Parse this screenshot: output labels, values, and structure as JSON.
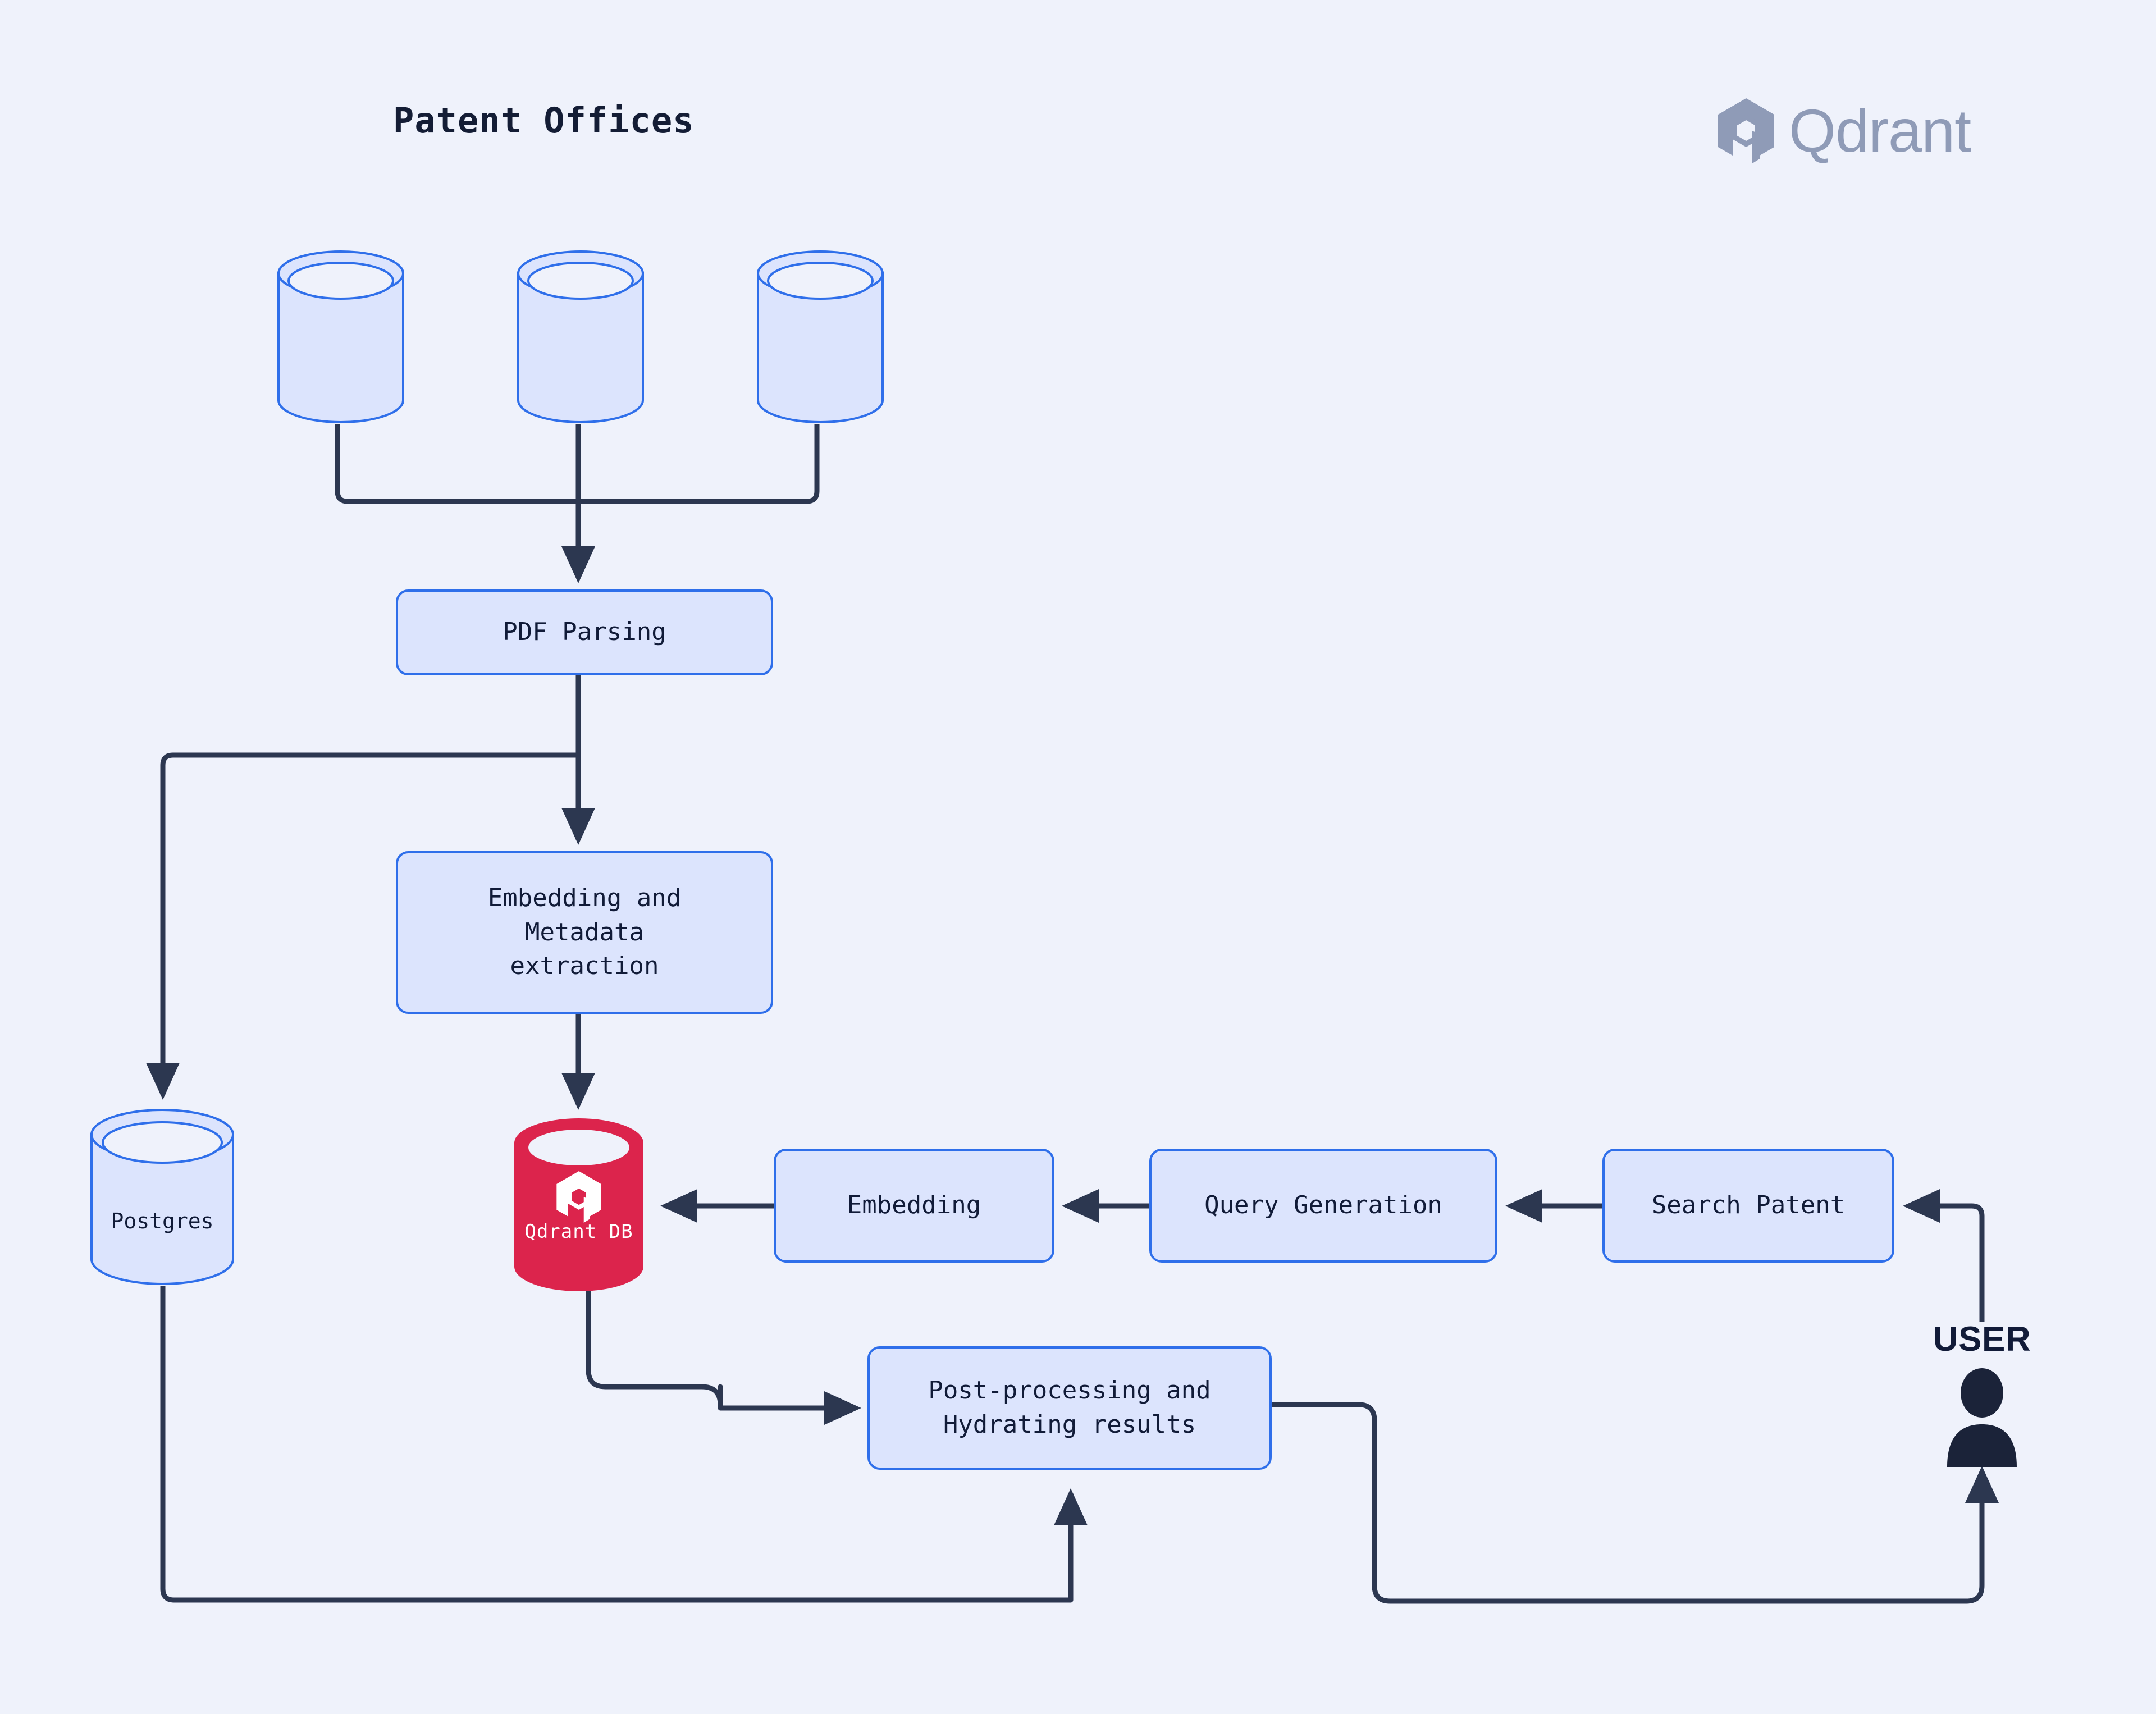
{
  "diagram": {
    "title": "Patent Offices",
    "brand": {
      "name": "Qdrant",
      "mark_icon": "qdrant-hexagon-logo-icon",
      "color": "#8f9bb7"
    },
    "colors": {
      "background": "#eff2fb",
      "box_fill": "#dce4fd",
      "box_border": "#2f6fea",
      "text": "#111b38",
      "connector": "#2c3750",
      "qdrant_red": "#dc244c",
      "brand_gray": "#8f9bb7"
    },
    "sources": [
      {
        "name": "patent-office-source-1",
        "icon": "database-cylinder-icon",
        "label": ""
      },
      {
        "name": "patent-office-source-2",
        "icon": "database-cylinder-icon",
        "label": ""
      },
      {
        "name": "patent-office-source-3",
        "icon": "database-cylinder-icon",
        "label": ""
      }
    ],
    "nodes": {
      "pdf_parsing": "PDF Parsing",
      "embedding_metadata": "Embedding and\nMetadata\nextraction",
      "embedding_metadata_lines": [
        "Embedding and",
        "Metadata",
        "extraction"
      ],
      "postgres": "Postgres",
      "qdrant_db": "Qdrant DB",
      "embedding": "Embedding",
      "query_generation": "Query Generation",
      "search_patent": "Search Patent",
      "post_processing": "Post-processing and\nHydrating results",
      "post_processing_lines": [
        "Post-processing and",
        "Hydrating results"
      ],
      "user": "USER"
    },
    "edges": [
      {
        "from": "patent-office-source-1",
        "to": "pdf_parsing",
        "arrow": true
      },
      {
        "from": "patent-office-source-2",
        "to": "pdf_parsing",
        "arrow": true
      },
      {
        "from": "patent-office-source-3",
        "to": "pdf_parsing",
        "arrow": true
      },
      {
        "from": "pdf_parsing",
        "to": "embedding_metadata",
        "arrow": true
      },
      {
        "from": "pdf_parsing",
        "to": "postgres",
        "arrow": true
      },
      {
        "from": "embedding_metadata",
        "to": "qdrant_db",
        "arrow": true
      },
      {
        "from": "user",
        "to": "search_patent",
        "arrow": true
      },
      {
        "from": "search_patent",
        "to": "query_generation",
        "arrow": true
      },
      {
        "from": "query_generation",
        "to": "embedding",
        "arrow": true
      },
      {
        "from": "embedding",
        "to": "qdrant_db",
        "arrow": true
      },
      {
        "from": "qdrant_db",
        "to": "post_processing",
        "arrow": true
      },
      {
        "from": "postgres",
        "to": "post_processing",
        "arrow": true
      },
      {
        "from": "post_processing",
        "to": "user",
        "arrow": true
      }
    ]
  }
}
